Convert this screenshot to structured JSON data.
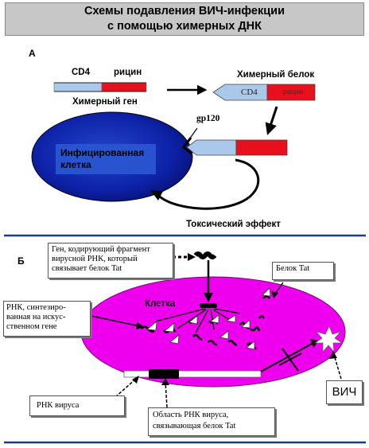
{
  "title": {
    "line1": "Схемы подавления ВИЧ-инфекции",
    "line2": "с помощью химерных ДНК"
  },
  "panel_a": {
    "label": "А",
    "gene_cd4": "CD4",
    "gene_ricin": "рицин",
    "gene_caption": "Химерный ген",
    "protein_caption": "Химерный белок",
    "protein_cd4": "CD4",
    "protein_ricin": "рицин",
    "gp120": "gp120",
    "cell_line1": "Инфицированная",
    "cell_line2": "клетка",
    "effect": "Токсический эффект"
  },
  "panel_b": {
    "label": "Б",
    "gene_box_line1": "Ген, кодирующий фрагмент",
    "gene_box_line2": "вирусной РНК,  который",
    "gene_box_line3": "связывает белок Tat",
    "tat_box": "Белок Tat",
    "cell_label": "Клетка",
    "rna_box_line1": "РНК, синтезиро-",
    "rna_box_line2": "ванная на  искус-",
    "rna_box_line3": "ственном гене",
    "virus_rna_box": "РНК вируса",
    "region_box_line1": "Область РНК вируса,",
    "region_box_line2": "связывающая  белок Tat",
    "hiv_box": "ВИЧ"
  },
  "colors": {
    "title_bg": "#c7c7c7",
    "divider": "#1a3d8a",
    "cd4_blue": "#a9c8ea",
    "ricin_red": "#e8101c",
    "cell_blue": "#0b1e9a",
    "cell_inner": "#2a55d0",
    "cell_magenta": "#ee00ee"
  }
}
